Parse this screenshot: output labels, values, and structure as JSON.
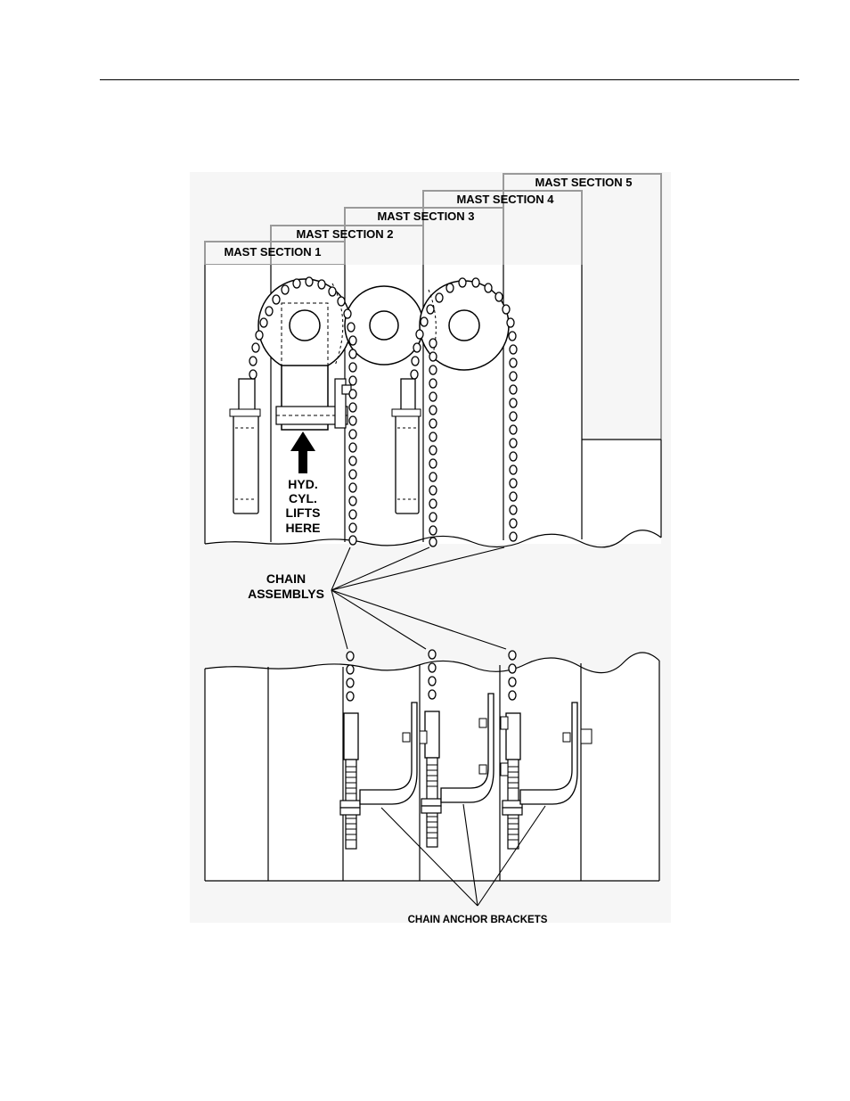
{
  "figure": {
    "mast_sections": [
      {
        "label": "MAST SECTION 1"
      },
      {
        "label": "MAST SECTION 2"
      },
      {
        "label": "MAST SECTION 3"
      },
      {
        "label": "MAST SECTION 4"
      },
      {
        "label": "MAST SECTION 5"
      }
    ],
    "cylinder_label": [
      "HYD.",
      "CYL.",
      "LIFTS",
      "HERE"
    ],
    "chain_label": [
      "CHAIN",
      "ASSEMBLYS"
    ],
    "bracket_label": "CHAIN ANCHOR BRACKETS"
  }
}
